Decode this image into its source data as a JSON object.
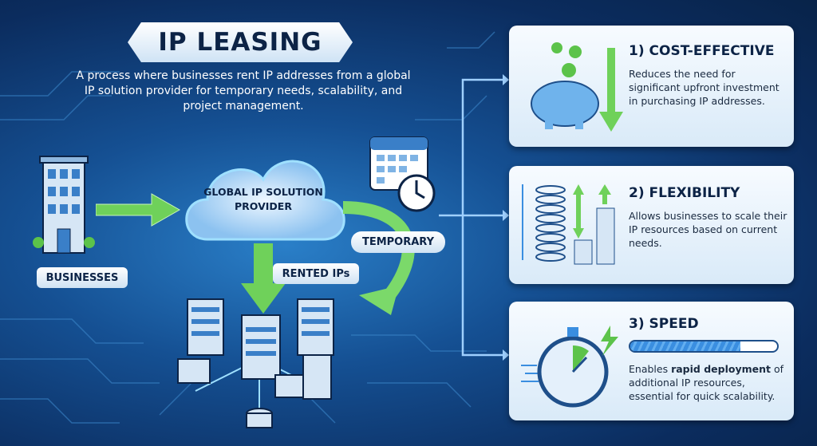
{
  "title": "IP LEASING",
  "subtitle": "A process where businesses rent IP addresses from a global IP solution provider for temporary needs, scalability, and project management.",
  "diagram": {
    "businesses_label": "BUSINESSES",
    "provider_label": "GLOBAL IP SOLUTION PROVIDER",
    "temporary_label": "TEMPORARY",
    "rented_label": "RENTED IPs"
  },
  "benefits": [
    {
      "title": "1) COST-EFFECTIVE",
      "text": "Reduces the need for significant upfront investment in purchasing IP addresses."
    },
    {
      "title": "2) FLEXIBILITY",
      "text": "Allows businesses to scale their IP resources based on current needs."
    },
    {
      "title": "3) SPEED",
      "text_bold": "rapid deployment",
      "text_pre": "Enables ",
      "text_post": " of additional IP resources, essential for quick scalability.",
      "progress": 0.75
    }
  ],
  "colors": {
    "accent_green": "#5cc34a",
    "navy": "#0c2346",
    "blue": "#3a8ee0"
  }
}
